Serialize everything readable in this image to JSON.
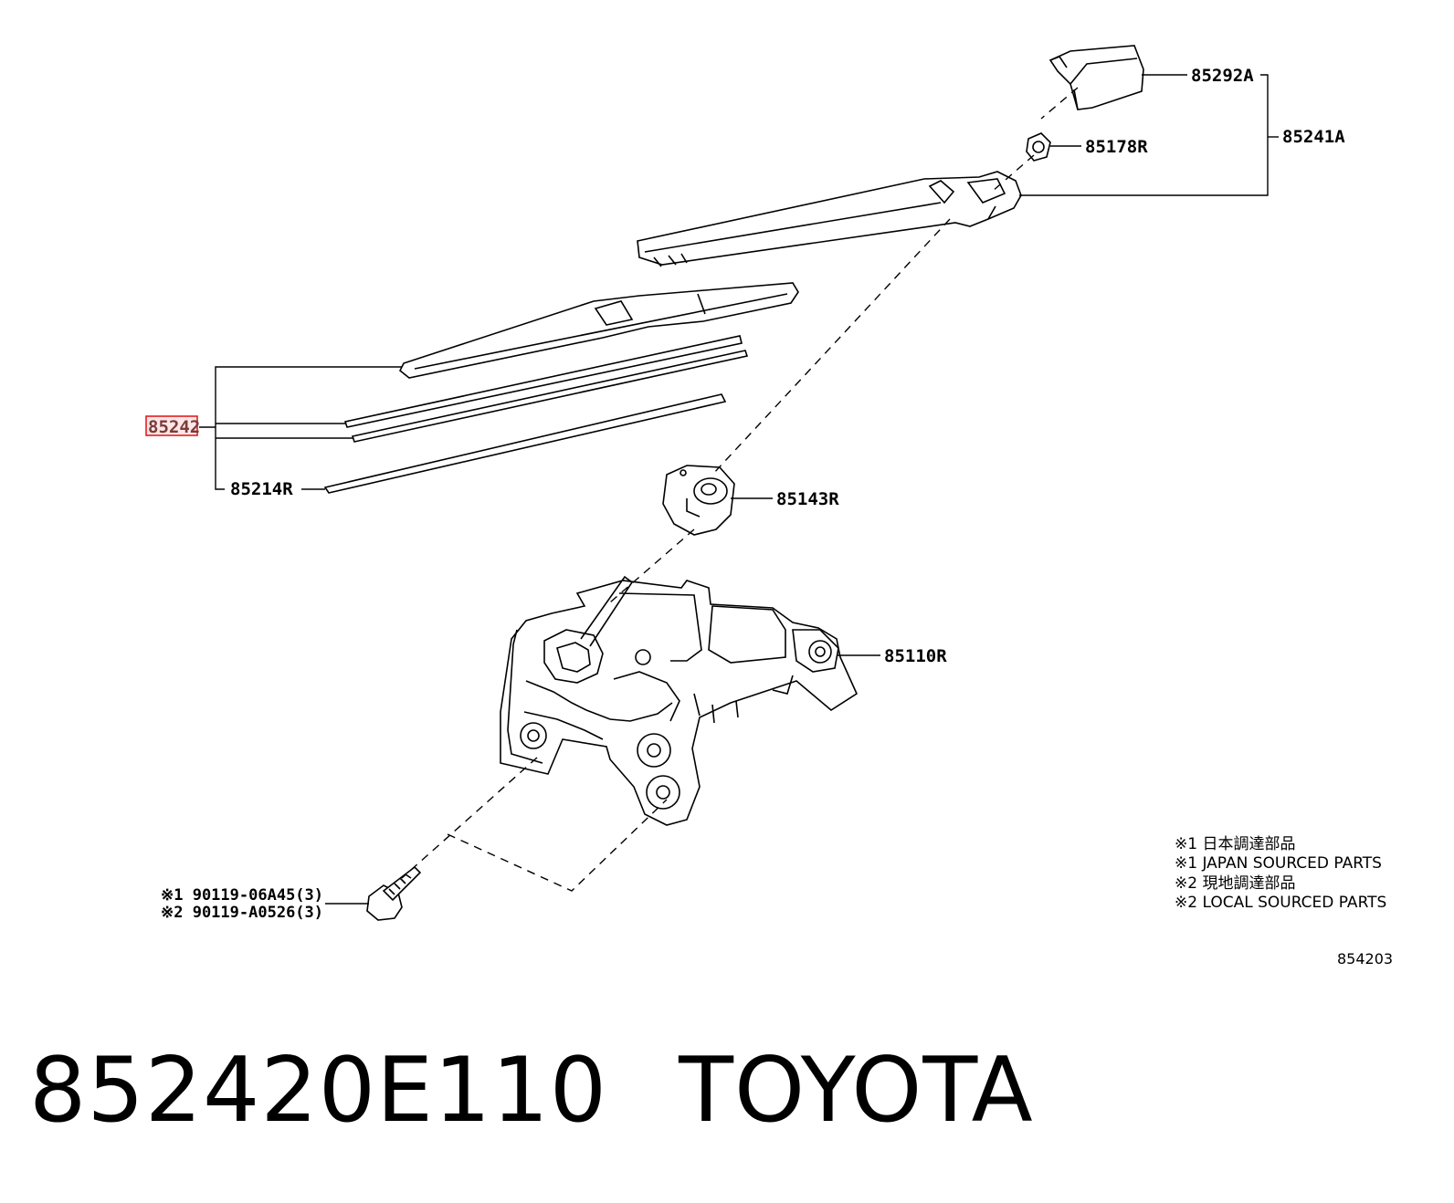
{
  "labels": {
    "cap": "85292A",
    "arm_assy": "85241A",
    "nut": "85178R",
    "blade_assy": "85242",
    "refill": "85214R",
    "pivot_cap": "85143R",
    "motor": "85110R",
    "bolt_1": "※1 90119-06A45(3)",
    "bolt_2": "※2 90119-A0526(3)"
  },
  "notes": [
    "※1 日本調達部品",
    "※1 JAPAN SOURCED PARTS",
    "※2 現地調達部品",
    "※2 LOCAL SOURCED PARTS"
  ],
  "diagram_id": "854203",
  "caption": {
    "part_number": "852420E110",
    "brand": "TOYOTA"
  },
  "colors": {
    "line": "#000000",
    "highlight": "#e02020",
    "highlight_fill": "#fde6e6"
  }
}
